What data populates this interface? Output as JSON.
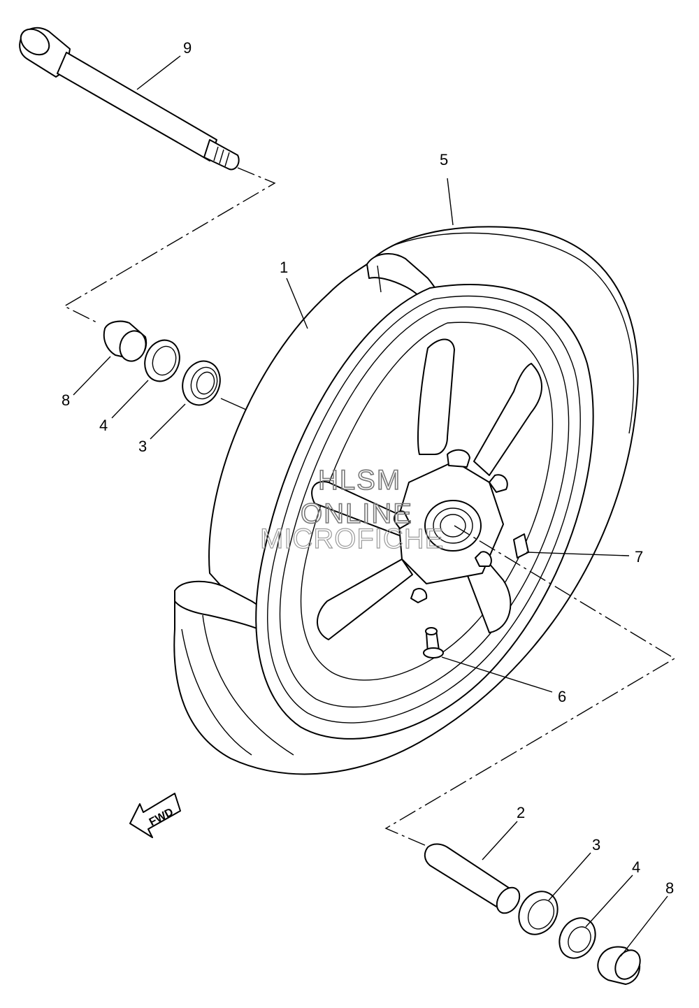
{
  "diagram": {
    "parts": [
      {
        "id": "wheel",
        "callout": "1"
      },
      {
        "id": "collar",
        "callout": "2"
      },
      {
        "id": "bearing-left",
        "callout": "3"
      },
      {
        "id": "oil-seal-left",
        "callout": "4"
      },
      {
        "id": "tire",
        "callout": "5"
      },
      {
        "id": "valve",
        "callout": "6"
      },
      {
        "id": "balancer-weight",
        "callout": "7"
      },
      {
        "id": "collar-left",
        "callout": "8"
      },
      {
        "id": "axle",
        "callout": "9"
      },
      {
        "id": "bearing-right",
        "callout": "3"
      },
      {
        "id": "oil-seal-right",
        "callout": "4"
      },
      {
        "id": "collar-right",
        "callout": "8"
      }
    ],
    "direction_badge": "FWD",
    "watermark": [
      "HLSM",
      "ONLINE",
      "MICROFICHE"
    ]
  }
}
